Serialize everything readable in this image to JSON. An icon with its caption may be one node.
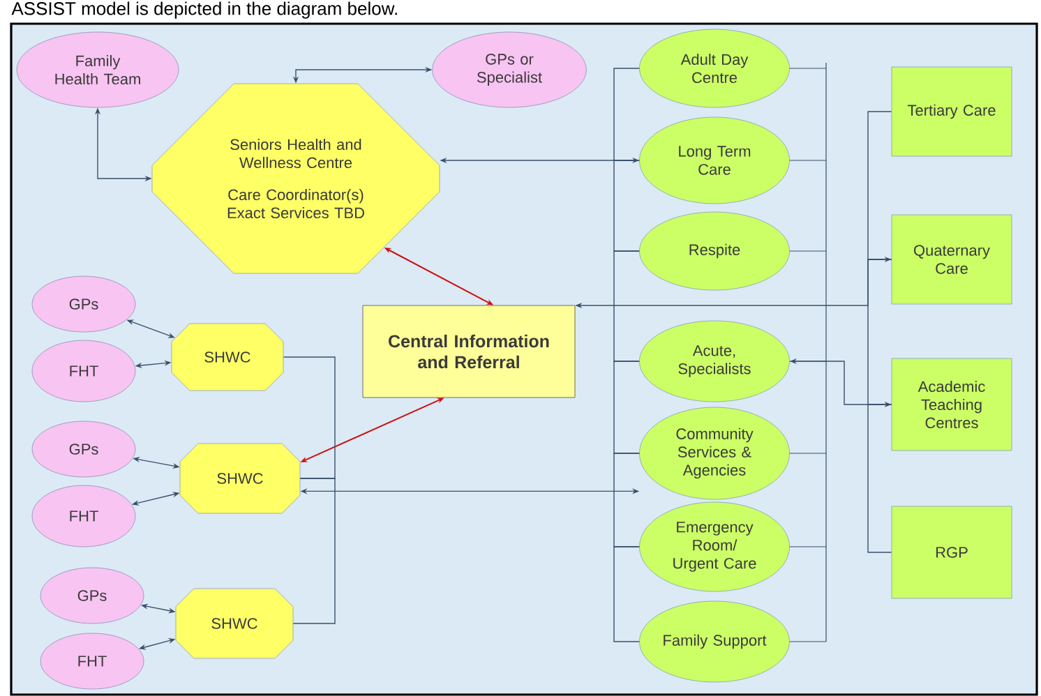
{
  "diagram": {
    "title": "ASSIST model is depicted in the diagram below.",
    "nodes": [
      {
        "text": [
          "Family Health Team"
        ]
      },
      {
        "text": [
          "GPs or Specialist"
        ]
      },
      {
        "text": [
          "Seniors Health and Wellness Centre",
          "Care Coordinator(s) Exact Services TBD"
        ]
      },
      {
        "text": [
          "Central Information and Referral"
        ]
      },
      {
        "text": [
          "GPs"
        ]
      },
      {
        "text": [
          "FHT"
        ]
      },
      {
        "text": [
          "SHWC"
        ]
      },
      {
        "text": [
          "GPs"
        ]
      },
      {
        "text": [
          "FHT"
        ]
      },
      {
        "text": [
          "SHWC"
        ]
      },
      {
        "text": [
          "GPs"
        ]
      },
      {
        "text": [
          "FHT"
        ]
      },
      {
        "text": [
          "SHWC"
        ]
      },
      {
        "text": [
          "Adult Day Centre"
        ]
      },
      {
        "text": [
          "Long Term Care"
        ]
      },
      {
        "text": [
          "Respite"
        ]
      },
      {
        "text": [
          "Acute, Specialists"
        ]
      },
      {
        "text": [
          "Community Services & Agencies"
        ]
      },
      {
        "text": [
          "Emergency Room/ Urgent Care"
        ]
      },
      {
        "text": [
          "Family Support"
        ]
      },
      {
        "text": [
          "Tertiary Care"
        ]
      },
      {
        "text": [
          "Quaternary Care"
        ]
      },
      {
        "text": [
          "Academic Teaching Centres"
        ]
      },
      {
        "text": [
          "RGP"
        ]
      }
    ],
    "edges": [
      {
        "from": 0,
        "to": 2,
        "arrow": "both"
      },
      {
        "from": 2,
        "to": 1,
        "arrow": "both"
      },
      {
        "from": 2,
        "to": 3,
        "arrow": "both",
        "color": "#cc1111"
      },
      {
        "from": 3,
        "to": 9,
        "arrow": "both",
        "color": "#cc1111"
      },
      {
        "from": 4,
        "to": 6,
        "arrow": "both"
      },
      {
        "from": 5,
        "to": 6,
        "arrow": "both"
      },
      {
        "from": 7,
        "to": 9,
        "arrow": "both"
      },
      {
        "from": 8,
        "to": 9,
        "arrow": "both"
      },
      {
        "from": 10,
        "to": 12,
        "arrow": "both"
      },
      {
        "from": 11,
        "to": 12,
        "arrow": "both"
      },
      {
        "from": 6,
        "to": 9,
        "arrow": "none"
      },
      {
        "from": 12,
        "to": 9,
        "arrow": "none"
      },
      {
        "from": 2,
        "to": 14,
        "arrow": "both"
      },
      {
        "from": 9,
        "to": 17,
        "arrow": "both"
      },
      {
        "from": 3,
        "to": 21,
        "arrow": "both"
      },
      {
        "from": 16,
        "to": 22,
        "arrow": "both"
      },
      {
        "from": 13,
        "to": 14,
        "arrow": "none"
      },
      {
        "from": 14,
        "to": 15,
        "arrow": "none"
      },
      {
        "from": 15,
        "to": 16,
        "arrow": "none"
      },
      {
        "from": 16,
        "to": 17,
        "arrow": "none"
      },
      {
        "from": 17,
        "to": 18,
        "arrow": "none"
      },
      {
        "from": 18,
        "to": 19,
        "arrow": "none"
      },
      {
        "from": 20,
        "to": 21,
        "arrow": "none"
      },
      {
        "from": 21,
        "to": 22,
        "arrow": "none"
      },
      {
        "from": 22,
        "to": 23,
        "arrow": "none"
      }
    ]
  }
}
